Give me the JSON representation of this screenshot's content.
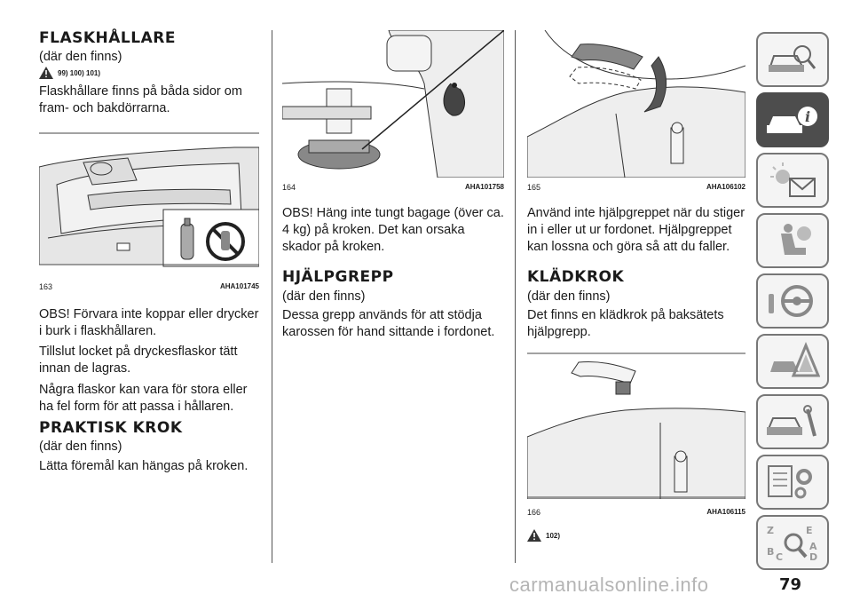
{
  "col1": {
    "heading1": "FLASKHÅLLARE",
    "sub1": "(där den finns)",
    "warn_refs": "99) 100) 101)",
    "para1": "Flaskhållare finns på båda sidor om fram- och bakdörrarna.",
    "fig_num": "163",
    "fig_code": "AHA101745",
    "para2": "OBS! Förvara inte koppar eller drycker i burk i flaskhållaren.",
    "para3": "Tillslut locket på dryckesflaskor tätt innan de lagras.",
    "para4": "Några flaskor kan vara för stora eller ha fel form för att passa i hållaren.",
    "heading2": "PRAKTISK KROK",
    "sub2": "(där den finns)",
    "para5": "Lätta föremål kan hängas på kroken."
  },
  "col2": {
    "fig_num": "164",
    "fig_code": "AHA101758",
    "para1": "OBS! Häng inte tungt bagage (över ca. 4 kg) på kroken. Det kan orsaka skador på kroken.",
    "heading": "HJÄLPGREPP",
    "sub": "(där den finns)",
    "para2": "Dessa grepp används för att stödja karossen för hand sittande i fordonet."
  },
  "col3": {
    "fig_num": "165",
    "fig_code": "AHA106102",
    "para1": "Använd inte hjälpgreppet när du stiger in i eller ut ur fordonet. Hjälpgreppet kan lossna och göra så att du faller.",
    "heading": "KLÄDKROK",
    "sub": "(där den finns)",
    "para2": "Det finns en klädkrok på baksätets hjälpgrepp.",
    "fig2_num": "166",
    "fig2_code": "AHA106115",
    "warn_ref": "102)"
  },
  "tabs": [
    {
      "icon": "car-search-icon"
    },
    {
      "icon": "car-info-icon"
    },
    {
      "icon": "warning-lights-icon"
    },
    {
      "icon": "airbag-seat-icon"
    },
    {
      "icon": "steering-wheel-icon"
    },
    {
      "icon": "breakdown-triangle-icon"
    },
    {
      "icon": "car-service-icon"
    },
    {
      "icon": "specs-gear-icon"
    },
    {
      "icon": "alphabet-index-icon"
    }
  ],
  "page_number": "79",
  "watermark": "carmanualsonline.info"
}
